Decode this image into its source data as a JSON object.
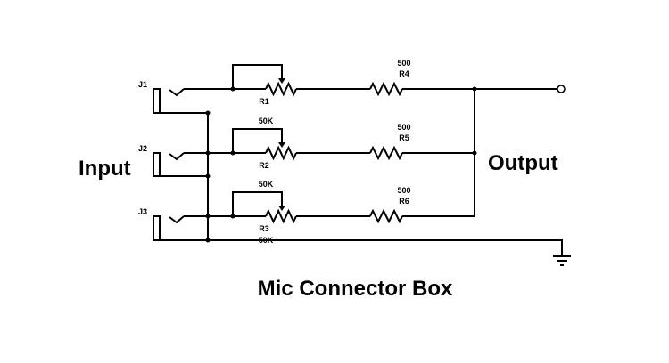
{
  "title": "Mic Connector Box",
  "input_label": "Input",
  "output_label": "Output",
  "jacks": [
    {
      "label": "J1"
    },
    {
      "label": "J2"
    },
    {
      "label": "J3"
    }
  ],
  "pots": [
    {
      "name": "R1",
      "value": ""
    },
    {
      "name": "R2",
      "value": "50K"
    },
    {
      "name": "R3",
      "value": "50K"
    }
  ],
  "resistors": [
    {
      "name": "R4",
      "value": "500"
    },
    {
      "name": "R5",
      "value": "500"
    },
    {
      "name": "R6",
      "value": "500"
    }
  ],
  "line_color": "#000000"
}
